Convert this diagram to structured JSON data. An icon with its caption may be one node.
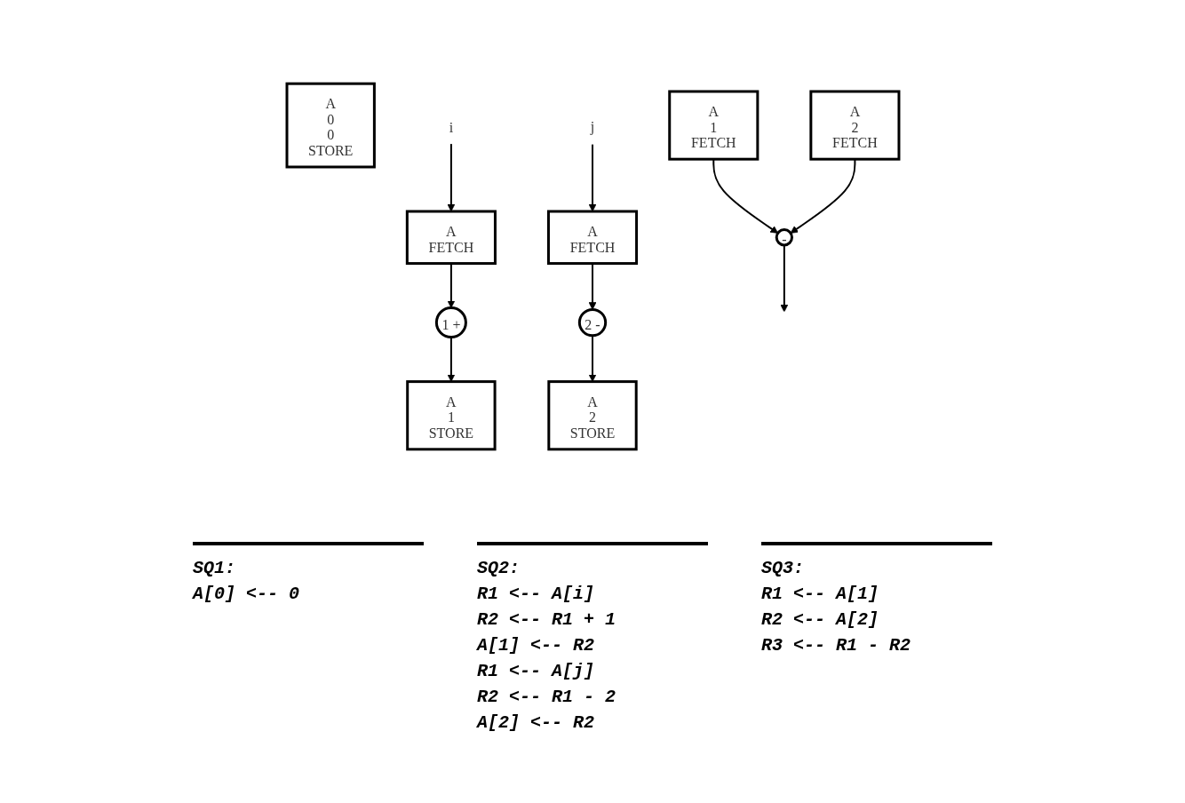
{
  "diagram": {
    "nodes": [
      {
        "text": [
          "A",
          "0",
          "0",
          "STORE"
        ]
      },
      {
        "text": [
          "i"
        ]
      },
      {
        "text": [
          "A",
          "FETCH"
        ]
      },
      {
        "text": [
          "1",
          "+"
        ]
      },
      {
        "text": [
          "A",
          "1",
          "STORE"
        ]
      },
      {
        "text": [
          "j"
        ]
      },
      {
        "text": [
          "A",
          "FETCH"
        ]
      },
      {
        "text": [
          "2",
          "-"
        ]
      },
      {
        "text": [
          "A",
          "2",
          "STORE"
        ]
      },
      {
        "text": [
          "A",
          "1",
          "FETCH"
        ]
      },
      {
        "text": [
          "A",
          "2",
          "FETCH"
        ]
      },
      {
        "text": [
          "-"
        ]
      }
    ],
    "edges": [
      {
        "from": 1,
        "to": 2,
        "arrow": "to"
      },
      {
        "from": 2,
        "to": 3,
        "arrow": "to"
      },
      {
        "from": 3,
        "to": 4,
        "arrow": "to"
      },
      {
        "from": 5,
        "to": 6,
        "arrow": "to"
      },
      {
        "from": 6,
        "to": 7,
        "arrow": "to"
      },
      {
        "from": 7,
        "to": 8,
        "arrow": "to"
      },
      {
        "from": 9,
        "to": 11,
        "arrow": "to"
      },
      {
        "from": 10,
        "to": 11,
        "arrow": "to"
      },
      {
        "from": 11,
        "to": null,
        "arrow": "to"
      }
    ],
    "labels": [
      "SQ1:",
      "A[0] <-- 0",
      "SQ2:",
      "R1 <-- A[i]",
      "R2 <-- R1 + 1",
      "A[1] <-- R2",
      "R1 <-- A[j]",
      "R2 <-- R1 - 2",
      "A[2] <-- R2",
      "SQ3:",
      "R1 <-- A[1]",
      "R2 <-- A[2]",
      "R3 <-- R1 - R2"
    ]
  }
}
